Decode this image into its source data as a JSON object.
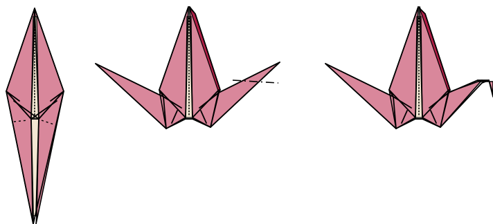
{
  "diagram": {
    "steps": [
      {
        "id": "step-1",
        "fold_lines": [
          "valley-fold"
        ]
      },
      {
        "id": "step-2",
        "fold_lines": [
          "inside-reverse-fold"
        ]
      },
      {
        "id": "step-3",
        "fold_lines": []
      }
    ]
  },
  "colors": {
    "paper_front": "#d9879b",
    "paper_back": "#f3e7d3",
    "paper_dark": "#b01e46",
    "outline": "#000000"
  }
}
